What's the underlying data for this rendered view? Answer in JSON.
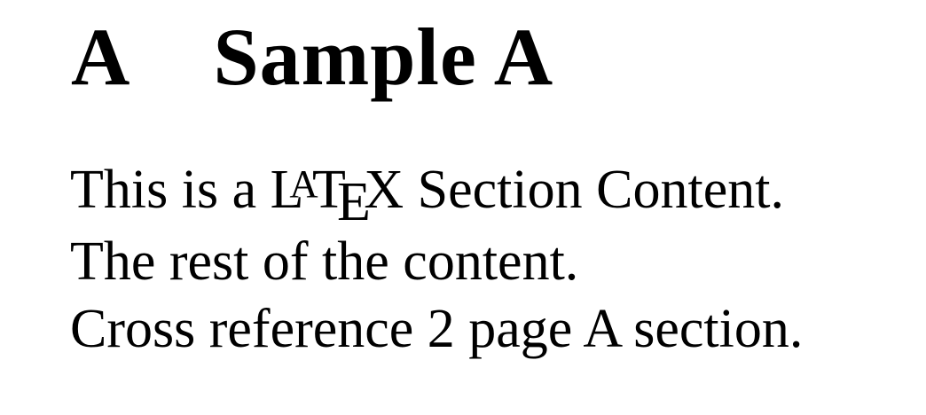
{
  "section": {
    "number": "A",
    "title": "Sample A"
  },
  "content": {
    "line1_prefix": "This is a",
    "latex_logo": {
      "L": "L",
      "A": "A",
      "T": "T",
      "E": "E",
      "X": "X"
    },
    "line1_suffix": "Section Content.",
    "line2": "The rest of the content.",
    "line3": "Cross reference 2 page A section."
  }
}
